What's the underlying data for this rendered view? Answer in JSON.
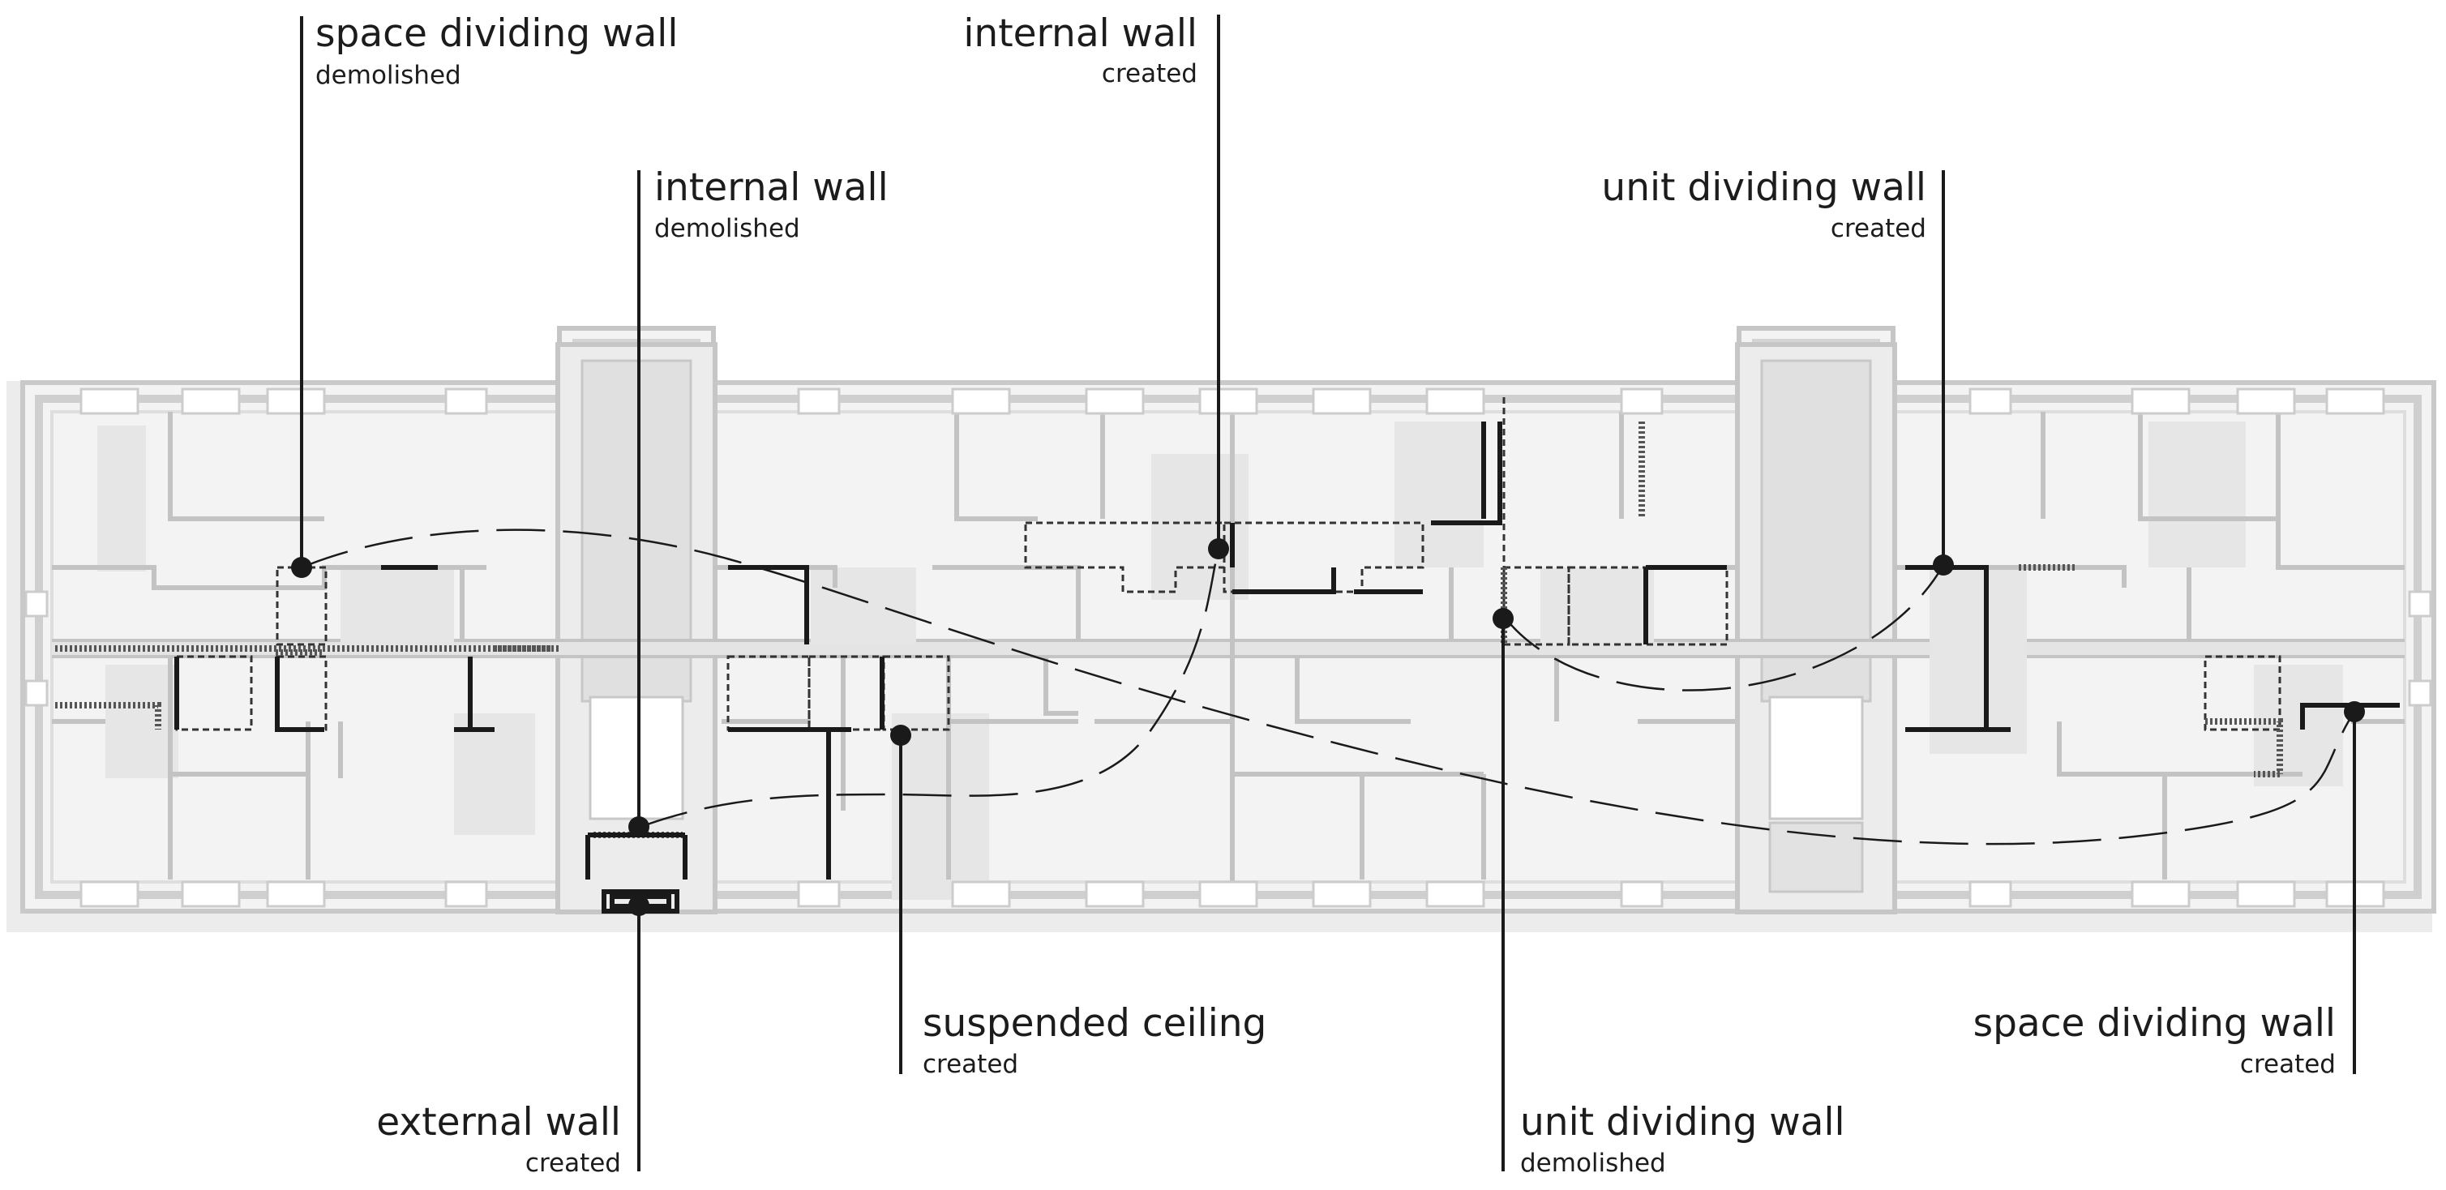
{
  "colors": {
    "background": "#ffffff",
    "slab": "#f4f4f4",
    "wall_existing": "#c4c4c4",
    "room_shade": "#e6e6e6",
    "intervention": "#1a1a1a",
    "label_text": "#1c1c1c"
  },
  "labels": {
    "space_dividing_wall_demolished": {
      "title": "space dividing wall",
      "sub": "demolished"
    },
    "internal_wall_created": {
      "title": "internal wall",
      "sub": "created"
    },
    "internal_wall_demolished": {
      "title": "internal wall",
      "sub": "demolished"
    },
    "unit_dividing_wall_created": {
      "title": "unit dividing wall",
      "sub": "created"
    },
    "suspended_ceiling_created": {
      "title": "suspended ceiling",
      "sub": "created"
    },
    "space_dividing_wall_created": {
      "title": "space dividing wall",
      "sub": "created"
    },
    "external_wall_created": {
      "title": "external wall",
      "sub": "created"
    },
    "unit_dividing_wall_demolished": {
      "title": "unit dividing wall",
      "sub": "demolished"
    }
  }
}
